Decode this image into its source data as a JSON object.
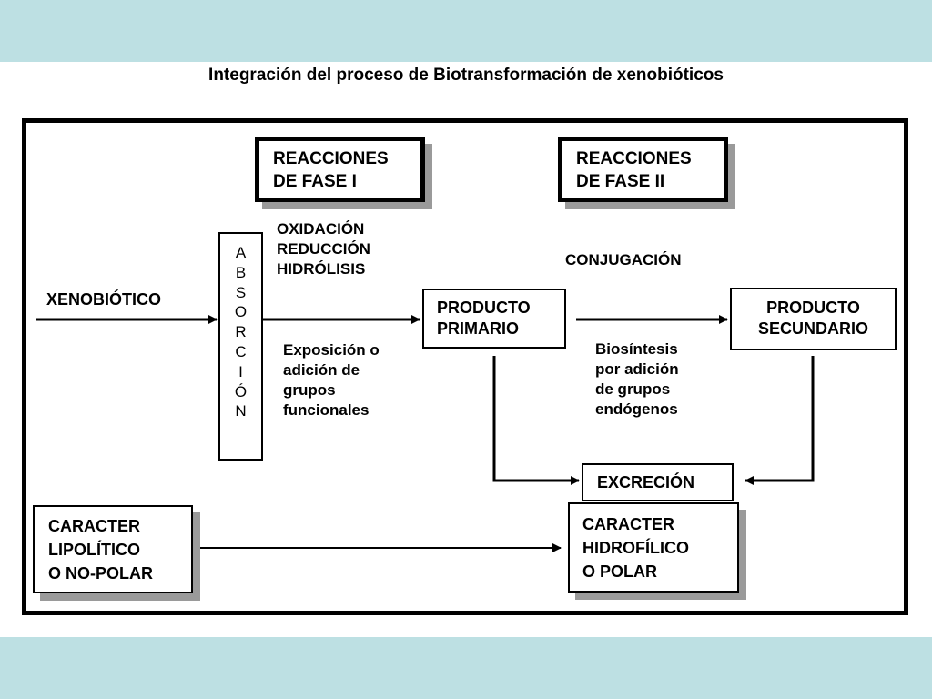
{
  "title": "Integración del proceso de Biotransformación de xenobióticos",
  "colors": {
    "band": "#bde0e3",
    "shadow": "#9a9a9a",
    "ink": "#000000"
  },
  "diagram": {
    "phase1_box": "REACCIONES\nDE FASE I",
    "phase2_box": "REACCIONES\nDE FASE II",
    "absorption_letters": [
      "A",
      "B",
      "S",
      "O",
      "R",
      "C",
      "I",
      "Ó",
      "N"
    ],
    "phase1_reactions": "OXIDACIÓN\nREDUCCIÓN\nHIDRÓLISIS",
    "phase1_description": "Exposición o\nadición de\ngrupos\nfuncionales",
    "xenobiotic": "XENOBIÓTICO",
    "primary_product": "PRODUCTO\nPRIMARIO",
    "conjugation": "CONJUGACIÓN",
    "phase2_description": "Biosíntesis\npor adición\nde grupos\nendógenos",
    "secondary_product": "PRODUCTO\nSECUNDARIO",
    "excretion": "EXCRECIÓN",
    "lipophilic": "CARACTER\nLIPOLÍTICO\nO NO-POLAR",
    "hydrophilic": "CARACTER\nHIDROFÍLICO\nO POLAR"
  }
}
